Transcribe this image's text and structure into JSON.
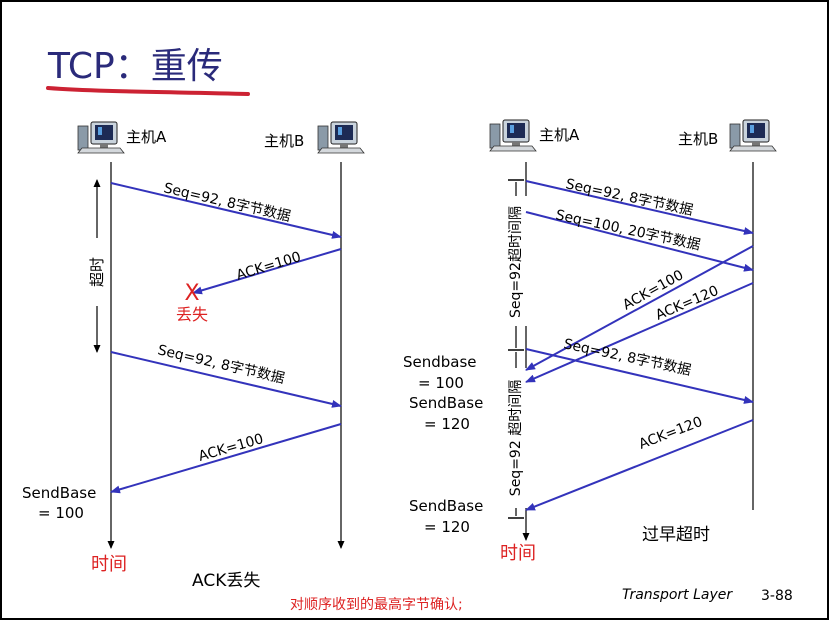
{
  "slide": {
    "title": "TCP：重传",
    "footer_center": "对顺序收到的最高字节确认;",
    "footer_layer": "Transport Layer",
    "footer_page": "3-88"
  },
  "colors": {
    "arrow": "#3333bb",
    "red": "#dd2222",
    "title": "#2a2a7a",
    "underline": "#cc2233"
  },
  "left": {
    "host_a": "主机A",
    "host_b": "主机B",
    "timeout": "超时",
    "seg1": "Seq=92, 8字节数据",
    "ack1": "ACK=100",
    "lost_mark": "X",
    "lost": "丢失",
    "seg2": "Seq=92, 8字节数据",
    "ack2": "ACK=100",
    "sendbase_line1": "SendBase",
    "sendbase_line2": "= 100",
    "time": "时间",
    "caption": "ACK丢失"
  },
  "right": {
    "host_a": "主机A",
    "host_b": "主机B",
    "timeout_top": "Seq=92超时间隔",
    "timeout_bottom": "Seq=92 超时间隔",
    "seg1": "Seq=92, 8字节数据",
    "seg2": "Seq=100, 20字节数据",
    "ack100": "ACK=100",
    "ack120a": "ACK=120",
    "seg3": "Seq=92, 8字节数据",
    "ack120b": "ACK=120",
    "sb1_line1": "Sendbase",
    "sb1_line2": "= 100",
    "sb2_line1": "SendBase",
    "sb2_line2": "= 120",
    "sb3_line1": "SendBase",
    "sb3_line2": "= 120",
    "time": "时间",
    "caption": "过早超时"
  }
}
